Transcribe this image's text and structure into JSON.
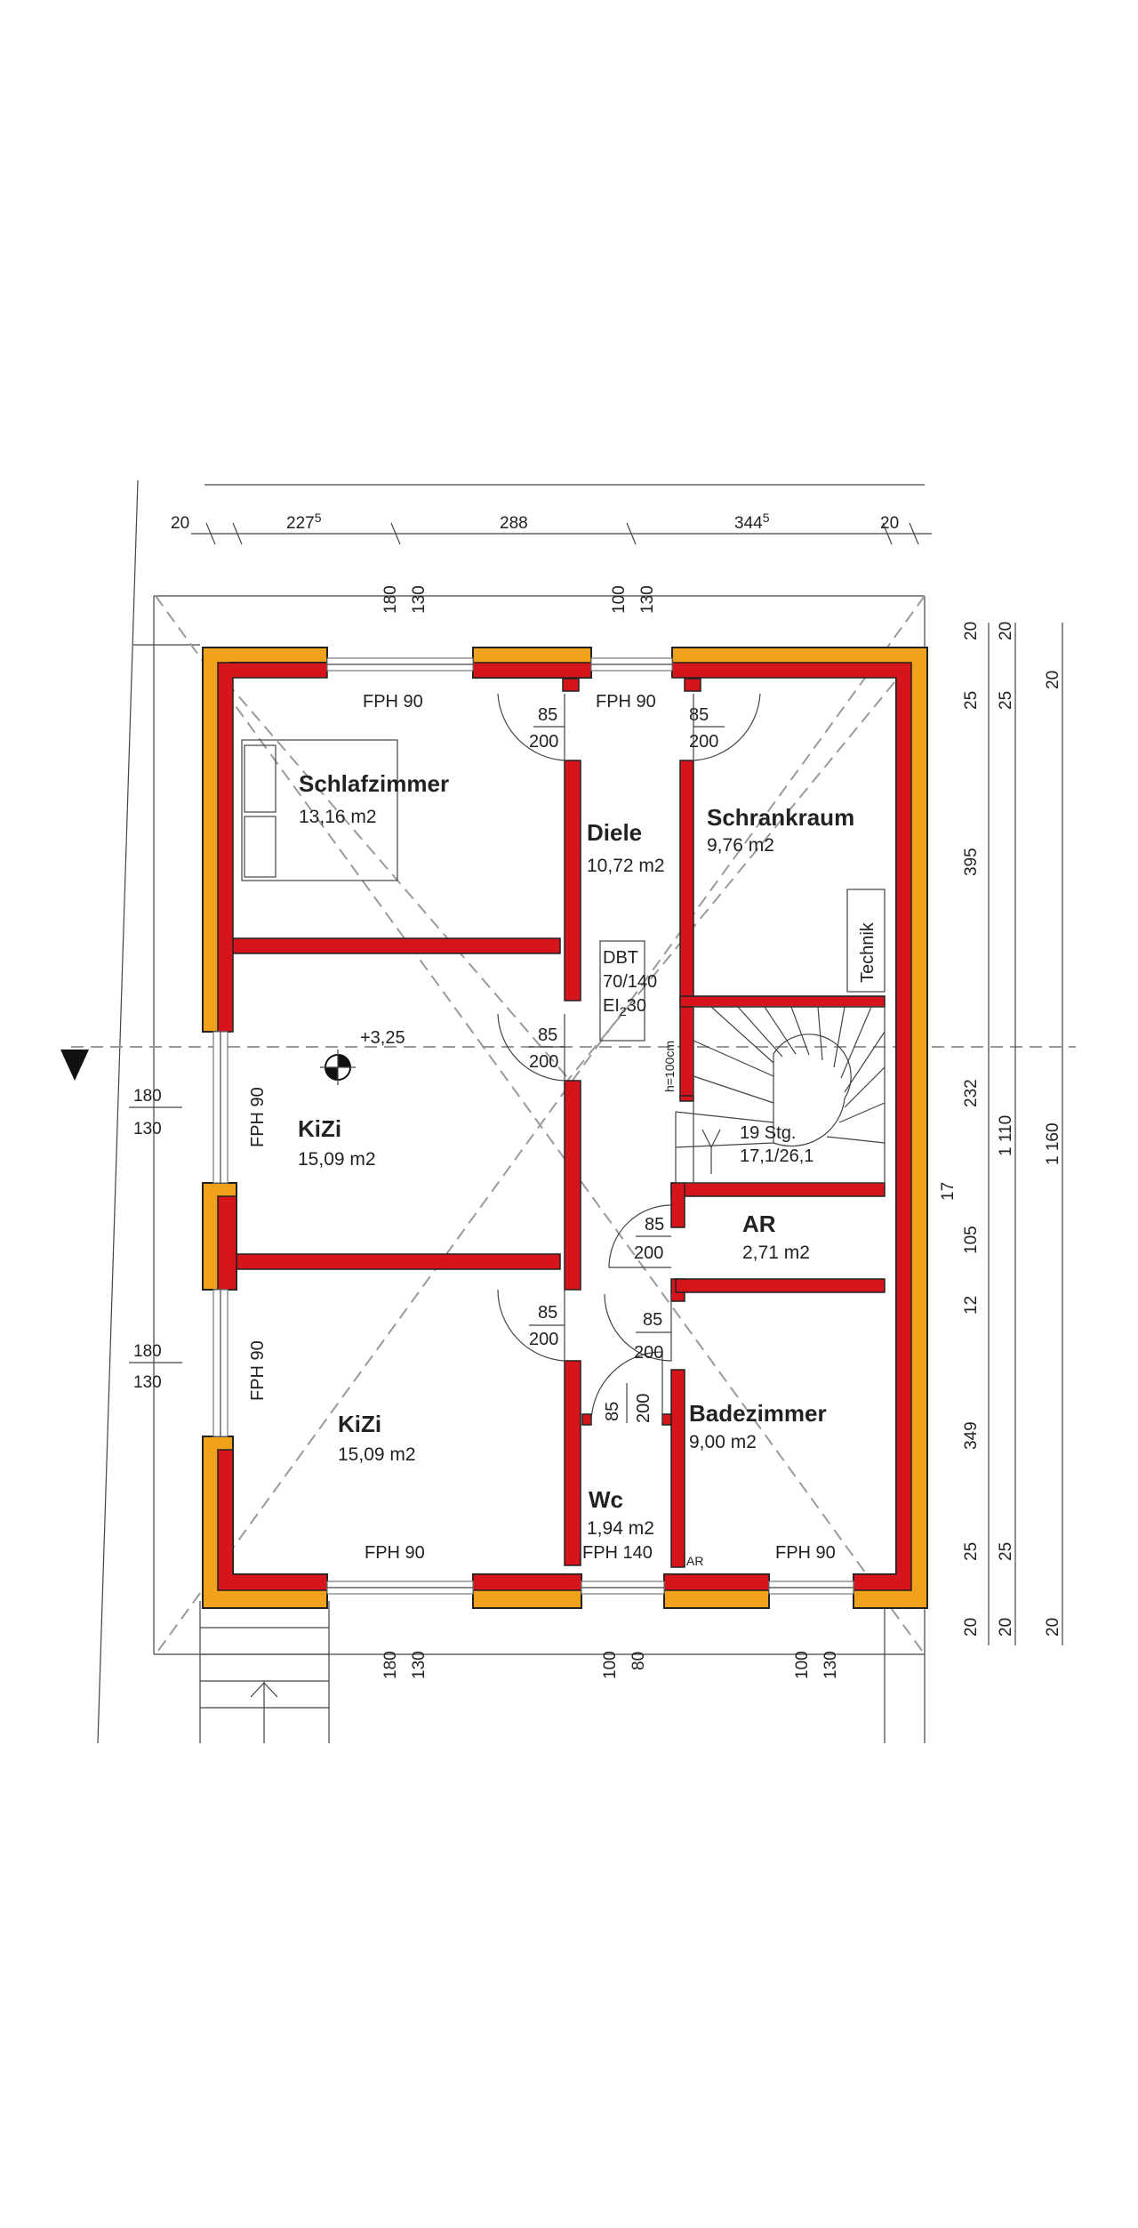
{
  "rooms": {
    "schlafzimmer": {
      "name": "Schlafzimmer",
      "area": "13,16 m2"
    },
    "diele": {
      "name": "Diele",
      "area": "10,72 m2"
    },
    "schrankraum": {
      "name": "Schrankraum",
      "area": "9,76 m2"
    },
    "technik": {
      "name": "Technik"
    },
    "kizi_1": {
      "name": "KiZi",
      "area": "15,09 m2"
    },
    "kizi_2": {
      "name": "KiZi",
      "area": "15,09 m2"
    },
    "ar": {
      "name": "AR",
      "area": "2,71 m2"
    },
    "badezimmer": {
      "name": "Badezimmer",
      "area": "9,00 m2"
    },
    "wc": {
      "name": "Wc",
      "area": "1,94 m2"
    }
  },
  "stair": {
    "steps": "19 Stg.",
    "ratio": "17,1/26,1",
    "headroom": "h=100cm"
  },
  "dbt": {
    "line1": "DBT",
    "line2": "70/140",
    "line3": "EI",
    "line3_sub": "2",
    "line3_end": "30"
  },
  "level": "+3,25",
  "small_label": "AR",
  "windows": {
    "fph90_top_left": "FPH 90",
    "fph90_top_mid": "FPH 90",
    "fph90_left_upper": "FPH 90",
    "fph90_left_lower": "FPH 90",
    "fph90_bottom_left": "FPH 90",
    "fph140_bottom": "FPH 140",
    "fph90_bottom_right": "FPH 90"
  },
  "doors": {
    "schlafzimmer": {
      "w": "85",
      "h": "200"
    },
    "schrankraum": {
      "w": "85",
      "h": "200"
    },
    "kizi_1": {
      "w": "85",
      "h": "200"
    },
    "ar": {
      "w": "85",
      "h": "200"
    },
    "kizi_2": {
      "w": "85",
      "h": "200"
    },
    "bad": {
      "w": "85",
      "h": "200"
    },
    "wc": {
      "w": "85",
      "h": "200"
    }
  },
  "dims_top": {
    "d1": "20",
    "d2": "227",
    "d2_sup": "5",
    "d3": "288",
    "d4": "344",
    "d4_sup": "5",
    "d5": "20"
  },
  "window_dims_top": {
    "a1": "180",
    "a2": "130",
    "b1": "100",
    "b2": "130"
  },
  "window_dims_left": {
    "u1": "180",
    "u2": "130",
    "l1": "180",
    "l2": "130"
  },
  "window_dims_bottom": {
    "a1": "180",
    "a2": "130",
    "b1": "100",
    "b2": "80",
    "c1": "100",
    "c2": "130"
  },
  "dims_right_1": {
    "t": "20",
    "s1": "25",
    "s2": "395",
    "s3": "232",
    "s4": "17",
    "s5": "105",
    "s6": "12",
    "s7": "349",
    "s8": "25",
    "b": "20"
  },
  "dims_right_2": {
    "t": "20",
    "s1": "25",
    "s2": "1 110",
    "s3": "25",
    "b": "20"
  },
  "dims_right_3": {
    "t": "20",
    "s1": "1 160",
    "b": "20"
  }
}
